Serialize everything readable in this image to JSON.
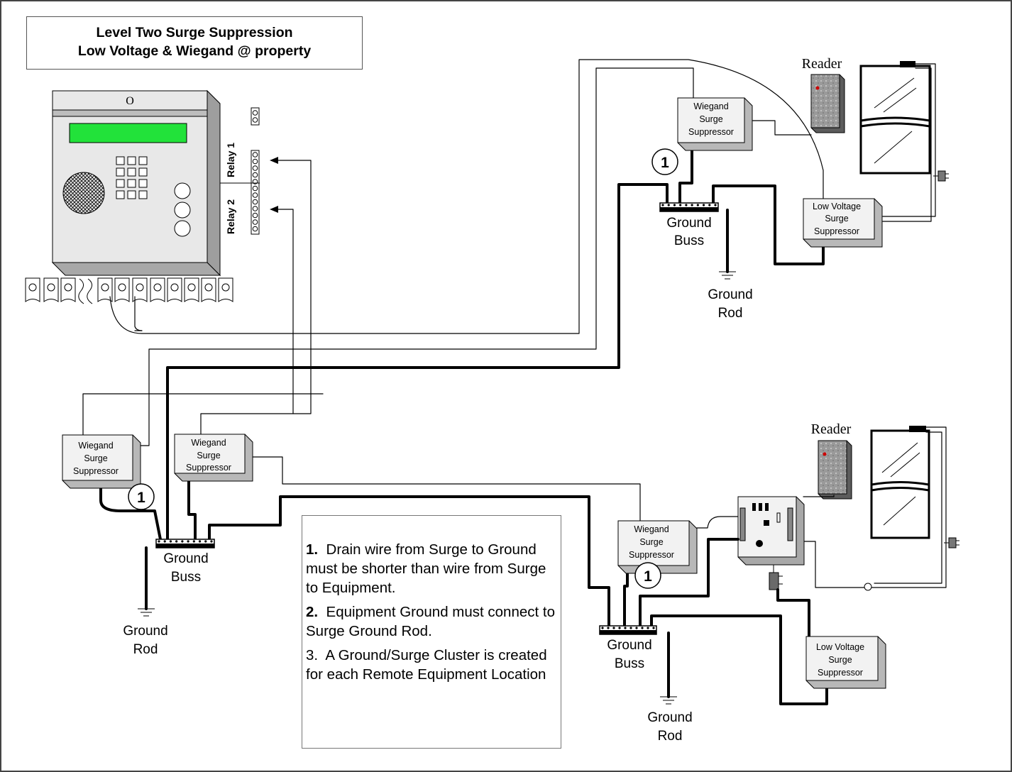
{
  "title": {
    "line1": "Level Two Surge Suppression",
    "line2": "Low Voltage & Wiegand @ property"
  },
  "panel": {
    "relay1_label": "Relay 1",
    "relay2_label": "Relay 2"
  },
  "devices": {
    "reader_top_label": "Reader",
    "reader_bottom_label": "Reader",
    "wiegand_suppressor": [
      "Wiegand",
      "Surge",
      "Suppressor"
    ],
    "low_voltage_suppressor": [
      "Low Voltage",
      "Surge",
      "Suppressor"
    ],
    "ground_buss": [
      "Ground",
      "Buss"
    ],
    "ground_rod": [
      "Ground",
      "Rod"
    ],
    "callout_number": "1"
  },
  "notes": [
    {
      "num": "1.",
      "text": "Drain wire from Surge to Ground must be shorter than wire from Surge to Equipment."
    },
    {
      "num": "2.",
      "text": "Equipment Ground must connect to Surge Ground Rod."
    },
    {
      "num": "3.",
      "text": "A Ground/Surge Cluster is created for each Remote Equipment Location"
    }
  ],
  "colors": {
    "lcd": "#22e23a",
    "panel_body": "#e8e8e8",
    "panel_band": "#bdbdbd",
    "box_face": "#f2f2f2",
    "box_side": "#b8b8b8",
    "reader_body": "#8c8c8c",
    "frame": "#444444"
  }
}
